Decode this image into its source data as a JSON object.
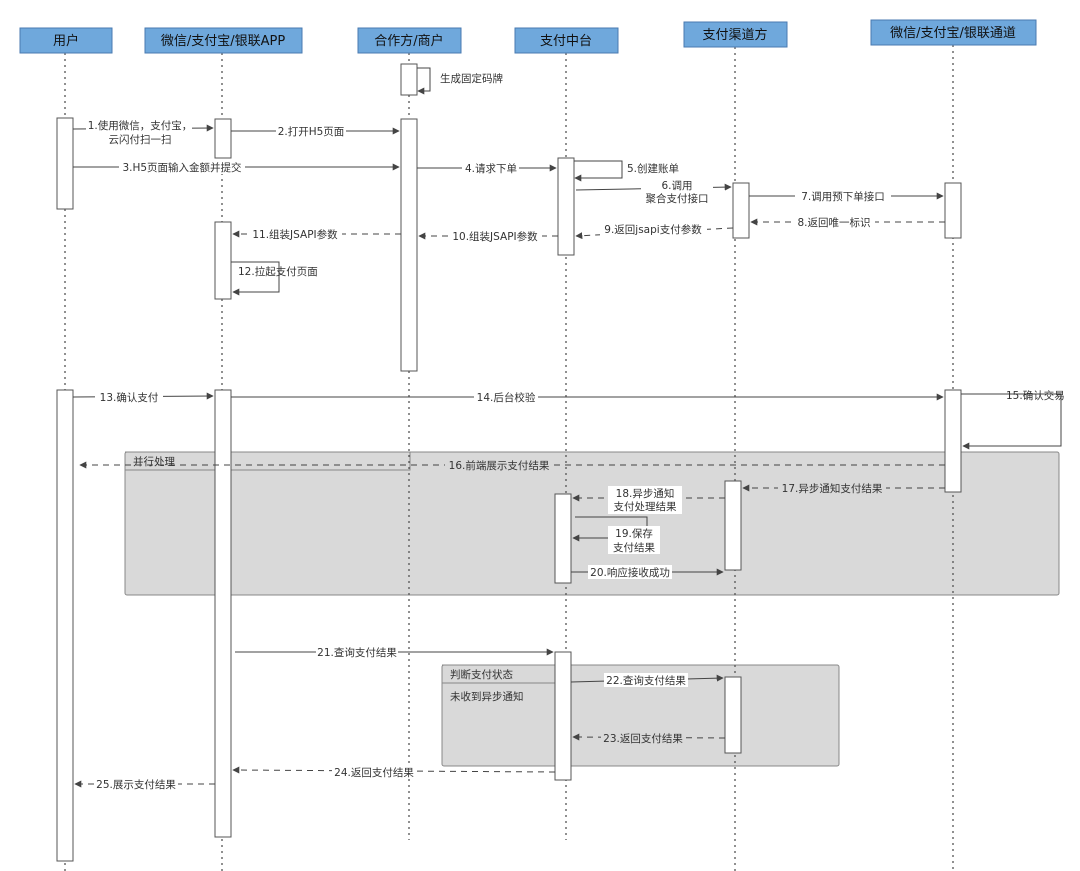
{
  "colors": {
    "actor_fill": "#6fa8dc",
    "actor_border": "#4a7ab0",
    "line": "#444444",
    "fragment_fill": "#d9d9d9",
    "fragment_border": "#888888",
    "activation_fill": "#ffffff"
  },
  "actors": [
    {
      "id": "user",
      "label": "用户"
    },
    {
      "id": "app",
      "label": "微信/支付宝/银联APP"
    },
    {
      "id": "merchant",
      "label": "合作方/商户"
    },
    {
      "id": "platform",
      "label": "支付中台"
    },
    {
      "id": "channel",
      "label": "支付渠道方"
    },
    {
      "id": "gateway",
      "label": "微信/支付宝/银联通道"
    }
  ],
  "fragments": [
    {
      "id": "parallel",
      "label": "并行处理",
      "sublabel": ""
    },
    {
      "id": "judge",
      "label": "判断支付状态",
      "sublabel": "未收到异步通知"
    }
  ],
  "messages": [
    {
      "id": "m0",
      "text": "生成固定码牌"
    },
    {
      "id": "m1",
      "lines": [
        "1.使用微信，支付宝，",
        "云闪付扫一扫"
      ]
    },
    {
      "id": "m2",
      "text": "2.打开H5页面"
    },
    {
      "id": "m3",
      "text": "3.H5页面输入金额并提交"
    },
    {
      "id": "m4",
      "text": "4.请求下单"
    },
    {
      "id": "m5",
      "text": "5.创建账单"
    },
    {
      "id": "m6",
      "lines": [
        "6.调用",
        "聚合支付接口"
      ]
    },
    {
      "id": "m7",
      "text": "7.调用预下单接口"
    },
    {
      "id": "m8",
      "text": "8.返回唯一标识"
    },
    {
      "id": "m9",
      "text": "9.返回jsapi支付参数"
    },
    {
      "id": "m10",
      "text": "10.组装JSAPI参数"
    },
    {
      "id": "m11",
      "text": "11.组装JSAPI参数"
    },
    {
      "id": "m12",
      "text": "12.拉起支付页面"
    },
    {
      "id": "m13",
      "text": "13.确认支付"
    },
    {
      "id": "m14",
      "text": "14.后台校验"
    },
    {
      "id": "m15",
      "text": "15.确认交易"
    },
    {
      "id": "m16",
      "text": "16.前端展示支付结果"
    },
    {
      "id": "m17",
      "text": "17.异步通知支付结果"
    },
    {
      "id": "m18",
      "lines": [
        "18.异步通知",
        "支付处理结果"
      ]
    },
    {
      "id": "m19",
      "lines": [
        "19.保存",
        "支付结果"
      ]
    },
    {
      "id": "m20",
      "text": "20.响应接收成功"
    },
    {
      "id": "m21",
      "text": "21.查询支付结果"
    },
    {
      "id": "m22",
      "text": "22.查询支付结果"
    },
    {
      "id": "m23",
      "text": "23.返回支付结果"
    },
    {
      "id": "m24",
      "text": "24.返回支付结果"
    },
    {
      "id": "m25",
      "text": "25.展示支付结果"
    }
  ]
}
